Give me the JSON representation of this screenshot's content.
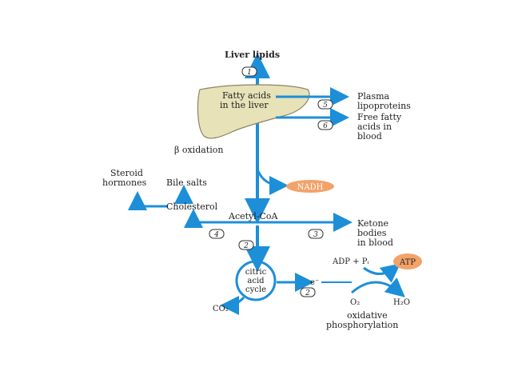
{
  "colors": {
    "arrow": "#1c8fd8",
    "liver_fill": "#e8e2b8",
    "liver_stroke": "#8a8366",
    "orange": "#f2a36a"
  },
  "labels": {
    "liver_lipids": "Liver lipids",
    "fatty_acids_1": "Fatty acids",
    "fatty_acids_2": "in the liver",
    "plasma_1": "Plasma",
    "plasma_2": "lipoproteins",
    "free_1": "Free fatty",
    "free_2": "acids in",
    "free_3": "blood",
    "beta_oxidation": "β oxidation",
    "steroid_1": "Steroid",
    "steroid_2": "hormones",
    "bile_salts": "Bile salts",
    "nadh": "NADH",
    "cholesterol": "Cholesterol",
    "acetyl_coa": "Acetyl-CoA",
    "ketone_1": "Ketone",
    "ketone_2": "bodies",
    "ketone_3": "in blood",
    "adp": "ADP + Pᵢ",
    "atp": "ATP",
    "citric_1": "citric",
    "citric_2": "acid",
    "citric_3": "cycle",
    "e_minus": "e⁻",
    "co2": "CO₂",
    "o2": "O₂",
    "h2o": "H₂O",
    "oxidative_1": "oxidative",
    "oxidative_2": "phosphorylation"
  },
  "steps": {
    "s1": "1",
    "s2a": "2",
    "s2b": "2",
    "s3": "3",
    "s4": "4",
    "s5": "5",
    "s6": "6"
  }
}
